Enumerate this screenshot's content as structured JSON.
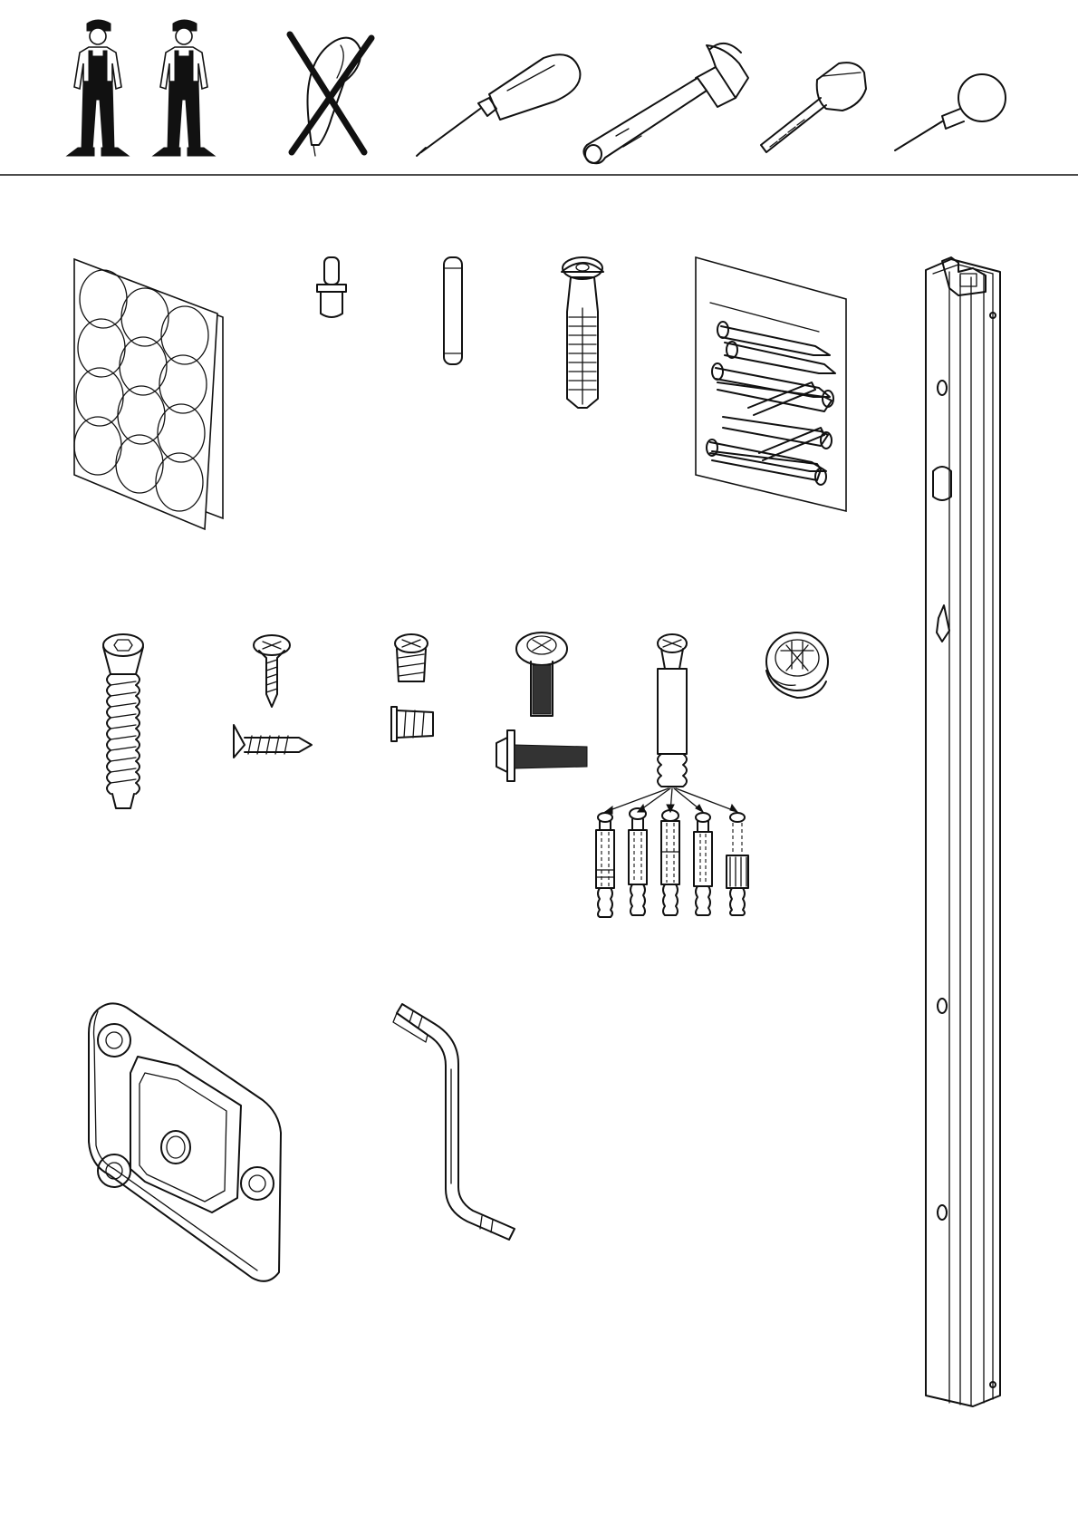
{
  "page": {
    "background": "#ffffff",
    "ink_color": "#111111"
  },
  "tools": {
    "people_count": 2,
    "items": [
      {
        "icon": "two-person-assembly-icon",
        "status": "required"
      },
      {
        "icon": "power-drill-crossed-icon",
        "status": "not-allowed"
      },
      {
        "icon": "phillips-screwdriver-icon",
        "status": "required"
      },
      {
        "icon": "claw-hammer-icon",
        "status": "required"
      },
      {
        "icon": "tape-measure-icon",
        "status": "required"
      },
      {
        "icon": "awl-icon",
        "status": "required"
      }
    ]
  },
  "parts": {
    "row1": [
      "felt-pads-sheet-icon",
      "shelf-support-pin-icon",
      "wooden-dowel-icon",
      "plastic-wall-plug-icon",
      "nails-pack-icon"
    ],
    "row2": [
      "confirmat-screw-icon",
      "wood-screw-icon",
      "threaded-insert-icon",
      "machine-bolt-icon",
      "cam-connector-bolt-icon",
      "cam-lock-nut-icon"
    ],
    "row3": [
      "mounting-plate-icon",
      "allen-key-icon"
    ],
    "side": [
      "side-rail-profile-icon"
    ],
    "connector_variants_count": 5
  }
}
